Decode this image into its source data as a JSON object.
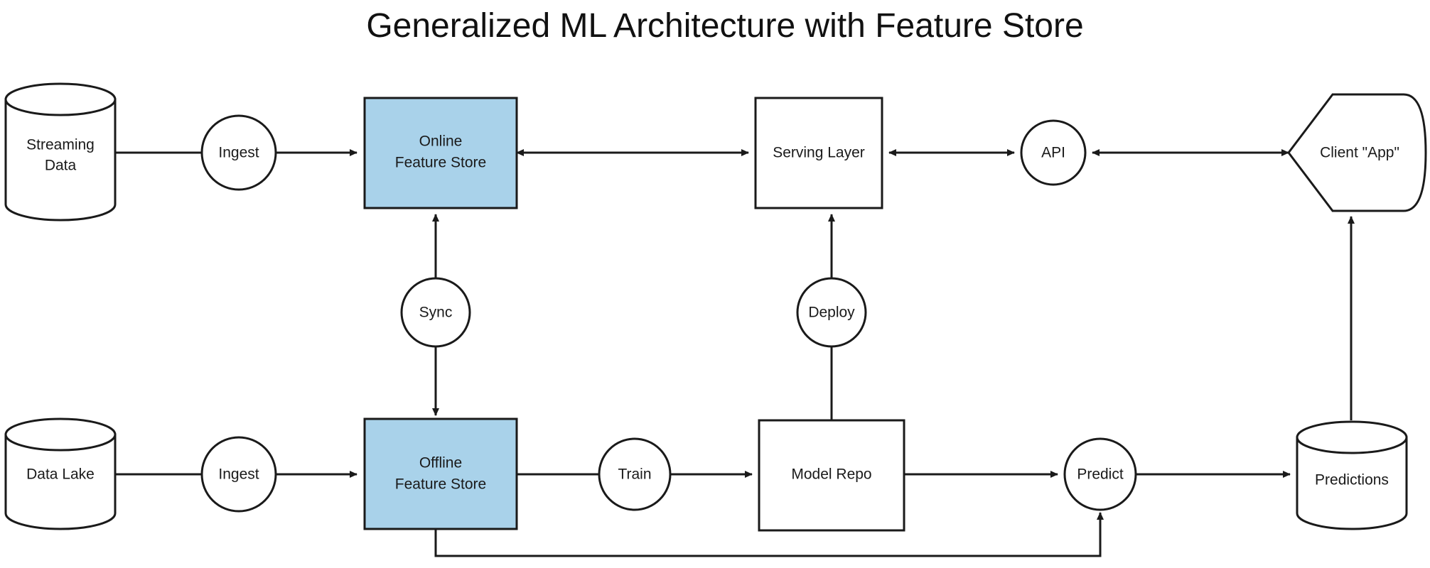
{
  "title": "Generalized ML Architecture with Feature Store",
  "colors": {
    "accent": "#a9d2ea",
    "stroke": "#1a1a1a",
    "background": "#ffffff",
    "text": "#1a1a1a"
  },
  "nodes": {
    "streaming_data": {
      "label_line1": "Streaming",
      "label_line2": "Data",
      "shape": "cylinder"
    },
    "ingest_top": {
      "label": "Ingest",
      "shape": "circle"
    },
    "online_feature_store": {
      "label_line1": "Online",
      "label_line2": "Feature Store",
      "shape": "rect",
      "filled": "accent"
    },
    "serving_layer": {
      "label": "Serving Layer",
      "shape": "rect"
    },
    "api": {
      "label": "API",
      "shape": "circle"
    },
    "client_app": {
      "label": "Client \"App\"",
      "shape": "hexagon"
    },
    "sync": {
      "label": "Sync",
      "shape": "circle"
    },
    "deploy": {
      "label": "Deploy",
      "shape": "circle"
    },
    "data_lake": {
      "label": "Data Lake",
      "shape": "cylinder"
    },
    "ingest_bottom": {
      "label": "Ingest",
      "shape": "circle"
    },
    "offline_feature_store": {
      "label_line1": "Offline",
      "label_line2": "Feature Store",
      "shape": "rect",
      "filled": "accent"
    },
    "train": {
      "label": "Train",
      "shape": "circle"
    },
    "model_repo": {
      "label": "Model Repo",
      "shape": "rect"
    },
    "predict": {
      "label": "Predict",
      "shape": "circle"
    },
    "predictions": {
      "label": "Predictions",
      "shape": "cylinder"
    }
  },
  "edges": [
    {
      "from": "streaming_data",
      "to": "ingest_top",
      "arrow": "none"
    },
    {
      "from": "ingest_top",
      "to": "online_feature_store",
      "arrow": "end"
    },
    {
      "from": "serving_layer",
      "to": "online_feature_store",
      "arrow": "both"
    },
    {
      "from": "serving_layer",
      "to": "api",
      "arrow": "both"
    },
    {
      "from": "api",
      "to": "client_app",
      "arrow": "both"
    },
    {
      "from": "online_feature_store",
      "to": "sync",
      "arrow": "end"
    },
    {
      "from": "sync",
      "to": "offline_feature_store",
      "arrow": "end"
    },
    {
      "from": "model_repo",
      "to": "deploy",
      "arrow": "none"
    },
    {
      "from": "deploy",
      "to": "serving_layer",
      "arrow": "end"
    },
    {
      "from": "data_lake",
      "to": "ingest_bottom",
      "arrow": "none"
    },
    {
      "from": "ingest_bottom",
      "to": "offline_feature_store",
      "arrow": "end"
    },
    {
      "from": "offline_feature_store",
      "to": "train",
      "arrow": "none"
    },
    {
      "from": "train",
      "to": "model_repo",
      "arrow": "end"
    },
    {
      "from": "model_repo",
      "to": "predict",
      "arrow": "end"
    },
    {
      "from": "predict",
      "to": "predictions",
      "arrow": "end"
    },
    {
      "from": "predictions",
      "to": "client_app",
      "arrow": "end"
    },
    {
      "from": "offline_feature_store",
      "to": "predict",
      "arrow": "end"
    }
  ]
}
